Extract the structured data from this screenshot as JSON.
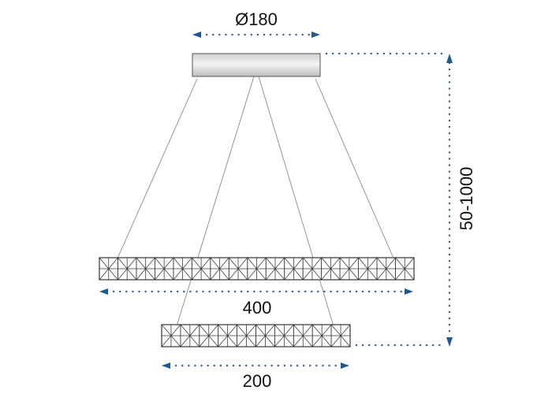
{
  "dimensions": {
    "canopy_diameter": "Ø180",
    "large_ring_width": "400",
    "small_ring_width": "200",
    "height_range": "50-1000"
  },
  "colors": {
    "dimension_line": "#2f6496",
    "arrowhead": "#1f5a8e",
    "wire": "#8a8a8a",
    "frame": "#2a2a2a"
  }
}
